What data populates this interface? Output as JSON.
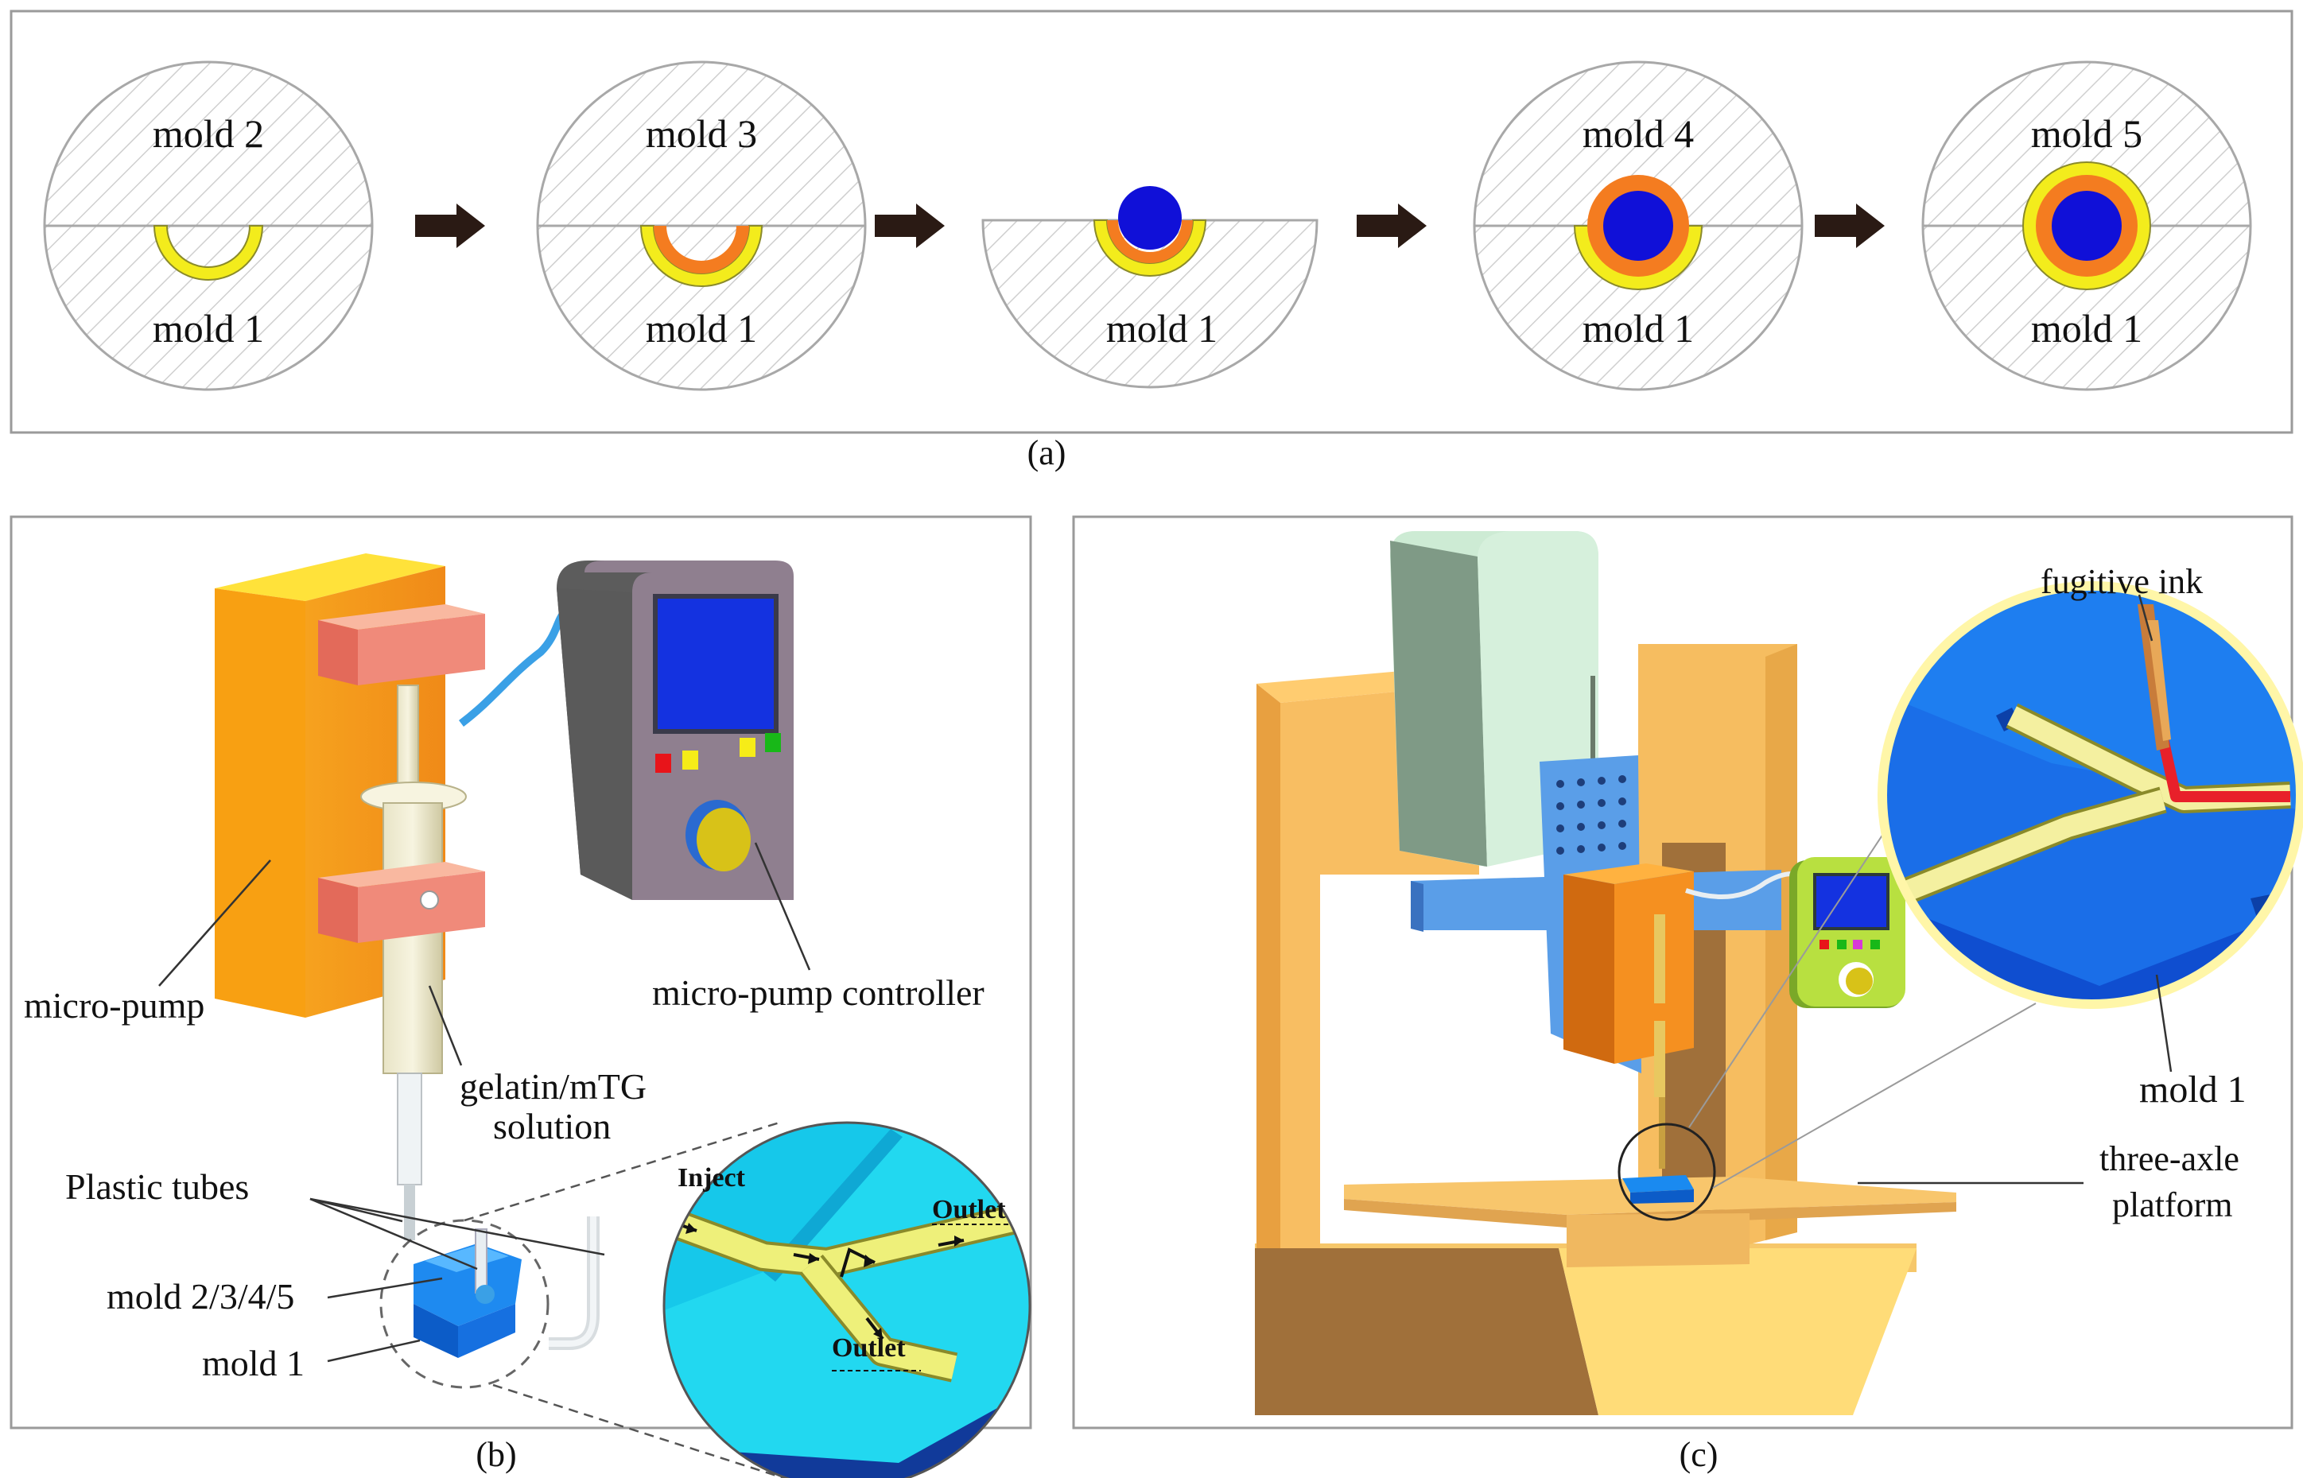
{
  "panel_a": {
    "caption": "(a)",
    "steps": [
      {
        "top": "mold 2",
        "bottom": "mold 1"
      },
      {
        "top": "mold 3",
        "bottom": "mold 1"
      },
      {
        "top": "",
        "bottom": "mold 1"
      },
      {
        "top": "mold 4",
        "bottom": "mold 1"
      },
      {
        "top": "mold 5",
        "bottom": "mold 1"
      }
    ]
  },
  "panel_b": {
    "caption": "(b)",
    "micro_pump": "micro-pump",
    "controller": "micro-pump controller",
    "solution_line1": "gelatin/mTG",
    "solution_line2": "solution",
    "tubes": "Plastic tubes",
    "mold_top": "mold 2/3/4/5",
    "mold_bottom": "mold 1",
    "inject": "Inject",
    "outlet_top": "Outlet",
    "outlet_bottom": "Outlet"
  },
  "panel_c": {
    "caption": "(c)",
    "ink": "fugitive ink",
    "mold": "mold 1",
    "platform_line1": "three-axle",
    "platform_line2": "platform"
  },
  "colors": {
    "yellow": "#f3ec1c",
    "orange": "#f47c20",
    "blue": "#1010d8",
    "hatch": "#c8c8c8",
    "arrow": "#2a1a14"
  }
}
